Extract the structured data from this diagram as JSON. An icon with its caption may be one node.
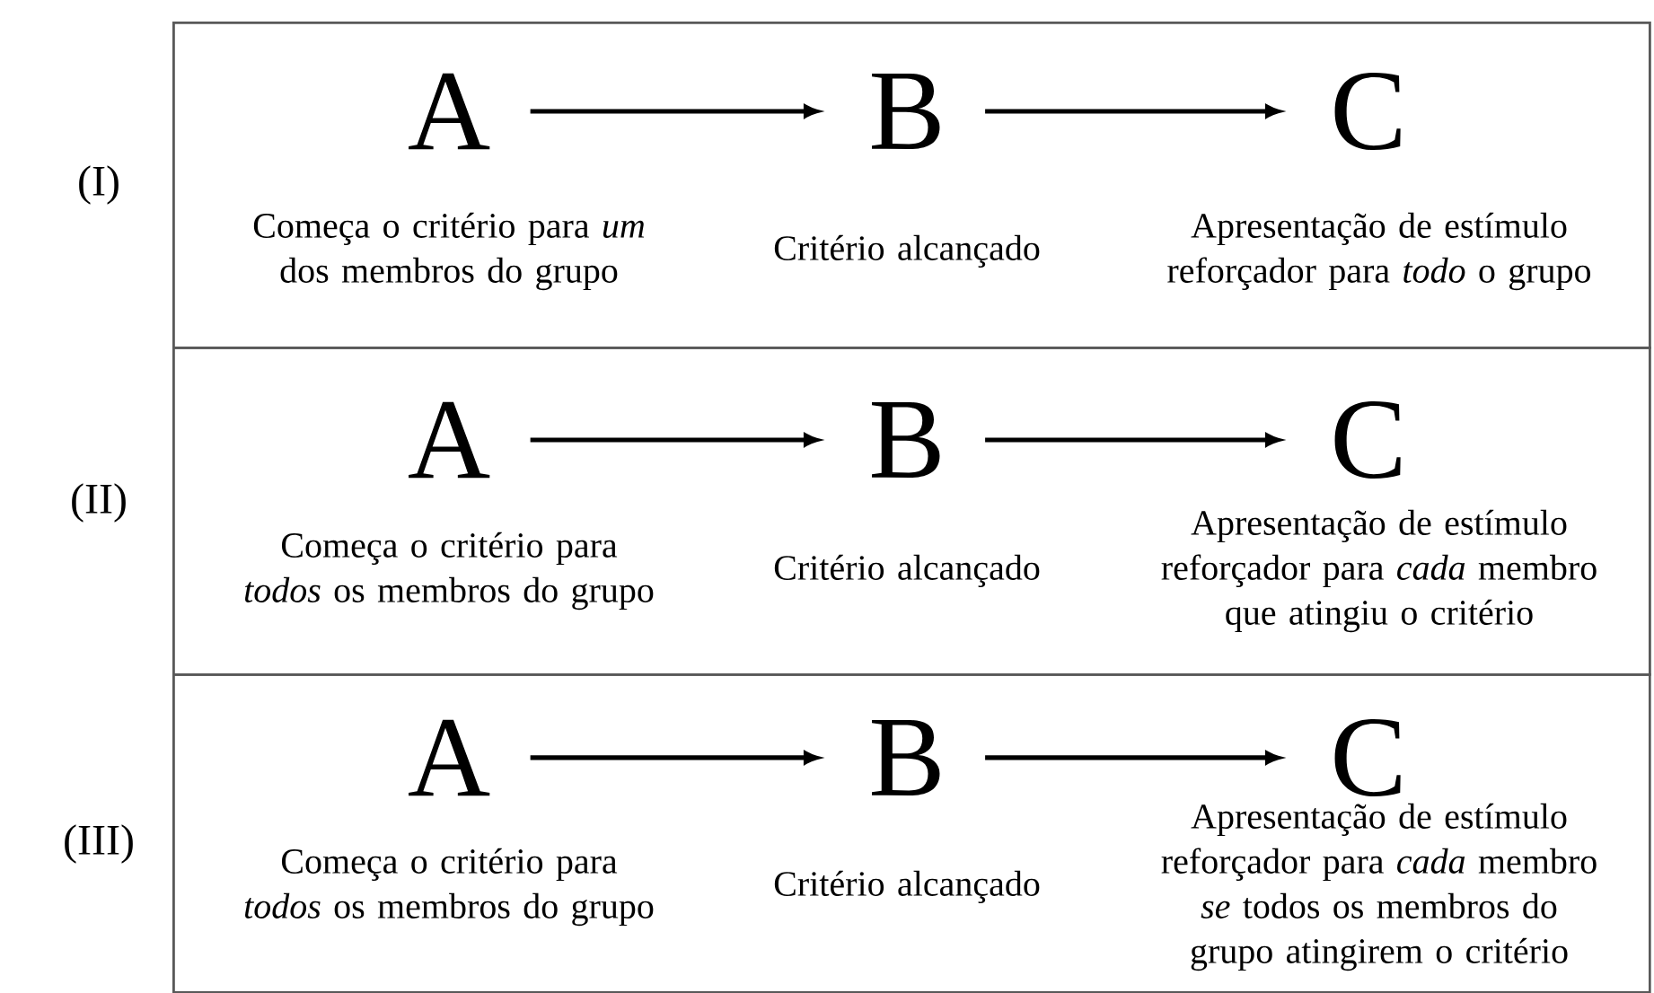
{
  "diagram": {
    "nodes": [
      {
        "text": [
          "(I)"
        ]
      },
      {
        "text": [
          "A"
        ],
        "in": 0,
        "beside": [
          "Começa o critério para *um* dos membros do grupo"
        ]
      },
      {
        "text": [
          "B"
        ],
        "in": 0,
        "beside": [
          "Critério alcançado"
        ]
      },
      {
        "text": [
          "C"
        ],
        "in": 0,
        "beside": [
          "Apresentação de estímulo reforçador para *todo* o grupo"
        ]
      },
      {
        "text": [
          "(II)"
        ]
      },
      {
        "text": [
          "A"
        ],
        "in": 4,
        "beside": [
          "Começa o critério para *todos* os membros do grupo"
        ]
      },
      {
        "text": [
          "B"
        ],
        "in": 4,
        "beside": [
          "Critério alcançado"
        ]
      },
      {
        "text": [
          "C"
        ],
        "in": 4,
        "beside": [
          "Apresentação de estímulo reforçador para *cada* membro que atingiu o critério"
        ]
      },
      {
        "text": [
          "(III)"
        ]
      },
      {
        "text": [
          "A"
        ],
        "in": 8,
        "beside": [
          "Começa o critério para *todos* os membros do grupo"
        ]
      },
      {
        "text": [
          "B"
        ],
        "in": 8,
        "beside": [
          "Critério alcançado"
        ]
      },
      {
        "text": [
          "C"
        ],
        "in": 8,
        "beside": [
          "Apresentação de estímulo reforçador para *cada* membro *se* todos os membros do grupo atingirem o critério"
        ]
      }
    ],
    "edges": [
      {
        "from": 1,
        "to": 2,
        "arrow": "to"
      },
      {
        "from": 2,
        "to": 3,
        "arrow": "to"
      },
      {
        "from": 5,
        "to": 6,
        "arrow": "to"
      },
      {
        "from": 6,
        "to": 7,
        "arrow": "to"
      },
      {
        "from": 9,
        "to": 10,
        "arrow": "to"
      },
      {
        "from": 10,
        "to": 11,
        "arrow": "to"
      }
    ]
  }
}
